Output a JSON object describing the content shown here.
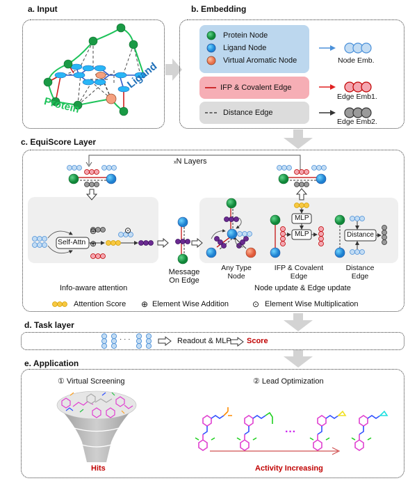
{
  "sections": {
    "input": {
      "title": "a. Input",
      "protein_label": "Protein",
      "ligand_label": "Ligand"
    },
    "embedding": {
      "title": "b. Embedding",
      "node_legend": [
        {
          "label": "Protein Node",
          "icon": "protein-node-icon",
          "color": "#1aa34a"
        },
        {
          "label": "Ligand Node",
          "icon": "ligand-node-icon",
          "color": "#29a8e8"
        },
        {
          "label": "Virtual Aromatic Node",
          "icon": "virtual-aromatic-node-icon",
          "color": "#f08a68"
        }
      ],
      "edge_legend": [
        {
          "label": "IFP & Covalent  Edge",
          "icon": "solid-red-line-icon",
          "color": "#c00000"
        },
        {
          "label": "Distance Edge",
          "icon": "dashed-line-icon",
          "color": "#333333"
        }
      ],
      "outputs": [
        {
          "label": "Node Emb.",
          "color": "#4a90d9"
        },
        {
          "label": "Edge Emb1.",
          "color": "#e02020"
        },
        {
          "label": "Edge Emb2.",
          "color": "#333333"
        }
      ]
    },
    "layer": {
      "title": "c. EquiScore Layer",
      "repeat_label_prefix": "x",
      "repeat_label": "N Layers",
      "self_attn": "Self-Attn",
      "odot": "⊙",
      "oplus": "⊕",
      "info_aware": "Info-aware attention",
      "message_on_edge": [
        "Message",
        "On Edge"
      ],
      "any_type_node": [
        "Any Type",
        "Node"
      ],
      "ifp_edge": [
        "IFP & Covalent",
        "Edge"
      ],
      "distance_edge": [
        "Distance",
        "Edge"
      ],
      "mlp": "MLP",
      "distance": "Distance",
      "node_edge_update": "Node update & Edge update",
      "legend": [
        {
          "symbol": "attention-score",
          "label": "Attention Score"
        },
        {
          "symbol": "⊕",
          "label": "Element Wise Addition"
        },
        {
          "symbol": "⊙",
          "label": "Element Wise Multiplication"
        }
      ]
    },
    "task": {
      "title": "d. Task layer",
      "ellipsis": "· · ·",
      "readout": "Readout  & MLP",
      "score": "Score"
    },
    "application": {
      "title": "e. Application",
      "virtual_screening": "① Virtual Screening",
      "lead_optimization": "② Lead Optimization",
      "hits": "Hits",
      "ellipsis": "···",
      "activity": "Activity Increasing"
    }
  },
  "colors": {
    "protein": "#1aa34a",
    "ligand": "#29a8e8",
    "virtual": "#f08a68",
    "node_emb": "#b9d5f0",
    "edge_emb1": "#f4a6b0",
    "edge_emb2": "#9a9a9a",
    "attention": "#f7c842",
    "message": "#6a2a90",
    "accent_red": "#c00000",
    "panel_gray": "#f0f0f0",
    "arrow_gray": "#d3d3d3"
  }
}
